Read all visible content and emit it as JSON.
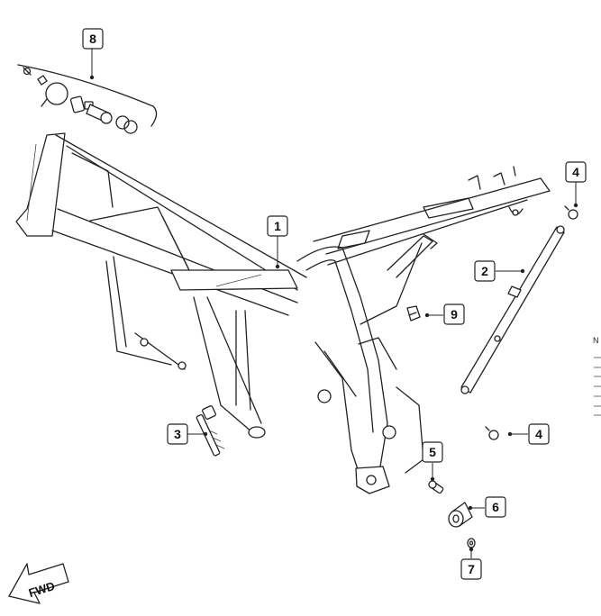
{
  "diagram": {
    "callouts": [
      {
        "id": "c1",
        "label": "1"
      },
      {
        "id": "c2",
        "label": "2"
      },
      {
        "id": "c3",
        "label": "3"
      },
      {
        "id": "c4a",
        "label": "4"
      },
      {
        "id": "c4b",
        "label": "4"
      },
      {
        "id": "c5",
        "label": "5"
      },
      {
        "id": "c6",
        "label": "6"
      },
      {
        "id": "c7",
        "label": "7"
      },
      {
        "id": "c8",
        "label": "8"
      },
      {
        "id": "c9",
        "label": "9"
      }
    ],
    "direction_label": "FWD",
    "edge_fragment": "N"
  }
}
